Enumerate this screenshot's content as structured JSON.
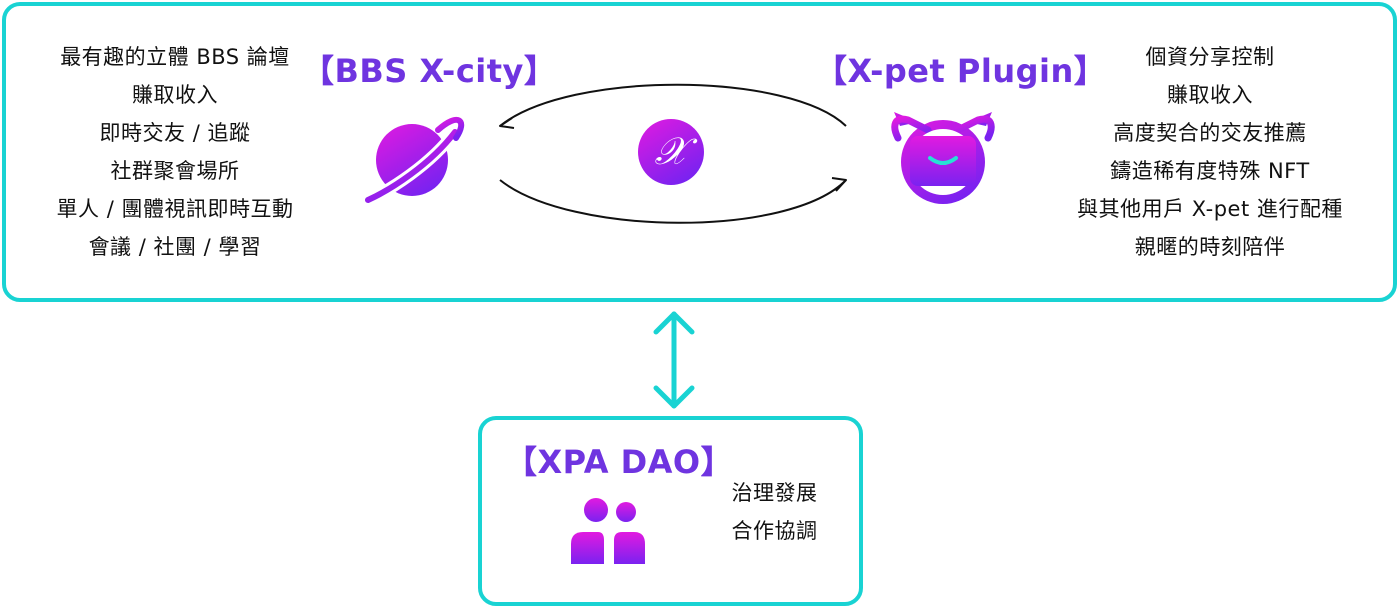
{
  "bbs": {
    "title": "【BBS X-city】",
    "features": [
      "最有趣的立體 BBS 論壇",
      "賺取收入",
      "即時交友 / 追蹤",
      "社群聚會場所",
      "單人 / 團體視訊即時互動",
      "會議 / 社團 / 學習"
    ]
  },
  "xpet": {
    "title": "【X-pet Plugin】",
    "features": [
      "個資分享控制",
      "賺取收入",
      "高度契合的交友推薦",
      "鑄造稀有度特殊 NFT",
      "與其他用戶 X-pet 進行配種",
      "親暱的時刻陪伴"
    ]
  },
  "dao": {
    "title": "【XPA DAO】",
    "features": [
      "治理發展",
      "合作協調"
    ]
  },
  "icons": [
    "planet-icon",
    "x-logo-icon",
    "cat-pet-icon",
    "two-people-icon",
    "double-arrow-icon"
  ],
  "colors": {
    "border": "#19d3d3",
    "title": "#6f34e0",
    "gradient_start": "#e21ae0",
    "gradient_end": "#7a22f0"
  }
}
